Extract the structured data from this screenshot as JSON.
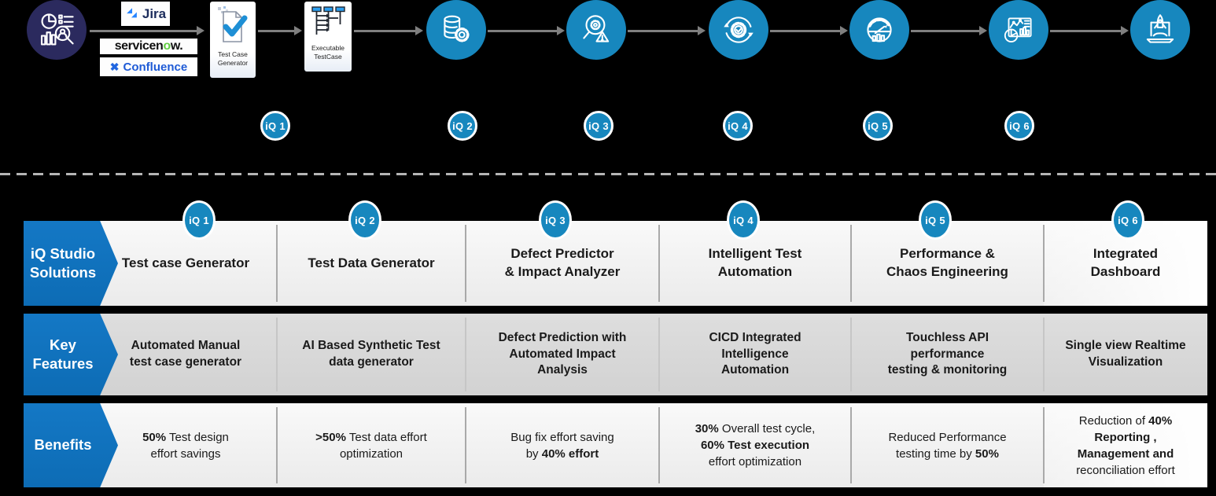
{
  "colors": {
    "step_blue": "#1787be",
    "label_blue": "#0f72bc",
    "navy_circle": "#2b2a5e",
    "arrow_gray": "#7f7f7f",
    "row_light_gray": "#efefef",
    "row_dark_gray": "#d9d9d9"
  },
  "flow": {
    "source_icon": "analytics-magnifier",
    "logos": {
      "jira": {
        "label": "Jira"
      },
      "servicenow": {
        "pre": "servicen",
        "o": "o",
        "post": "w",
        "dot": "."
      },
      "confluence": {
        "label": "Confluence"
      }
    },
    "cards": [
      {
        "label": "Test Case Generator"
      },
      {
        "label": "Executable TestCase"
      }
    ],
    "step_icons": [
      "database-gear",
      "defect-magnifier",
      "automation-gear-sync",
      "performance-gauge",
      "dashboard-charts",
      "rocket-laptop"
    ],
    "badges": [
      "iQ 1",
      "iQ 2",
      "iQ 3",
      "iQ 4",
      "iQ 5",
      "iQ 6"
    ]
  },
  "table": {
    "row_labels": [
      "iQ Studio Solutions",
      "Key Features",
      "Benefits"
    ],
    "badges": [
      "iQ 1",
      "iQ 2",
      "iQ 3",
      "iQ 4",
      "iQ 5",
      "iQ 6"
    ],
    "solutions": [
      "Test case Generator",
      "Test Data Generator",
      "Defect Predictor\n& Impact Analyzer",
      "Intelligent Test\nAutomation",
      "Performance &\nChaos Engineering",
      "Integrated\nDashboard"
    ],
    "key_features": [
      "Automated Manual\ntest case generator",
      "AI Based Synthetic Test\ndata generator",
      "Defect Prediction with\nAutomated Impact\nAnalysis",
      "CICD Integrated\nIntelligence\nAutomation",
      "Touchless API\nperformance\ntesting & monitoring",
      "Single view Realtime\nVisualization"
    ],
    "benefits": [
      "**50%** Test design\neffort savings",
      "**>50%** Test data effort\noptimization",
      "Bug fix effort saving\nby **40% effort**",
      "**30%** Overall test cycle,\n**60% Test execution**\neffort optimization",
      "Reduced Performance\ntesting time by **50%**",
      "Reduction of **40%**\n**Reporting ,**\n**Management and**\nreconciliation effort"
    ]
  }
}
